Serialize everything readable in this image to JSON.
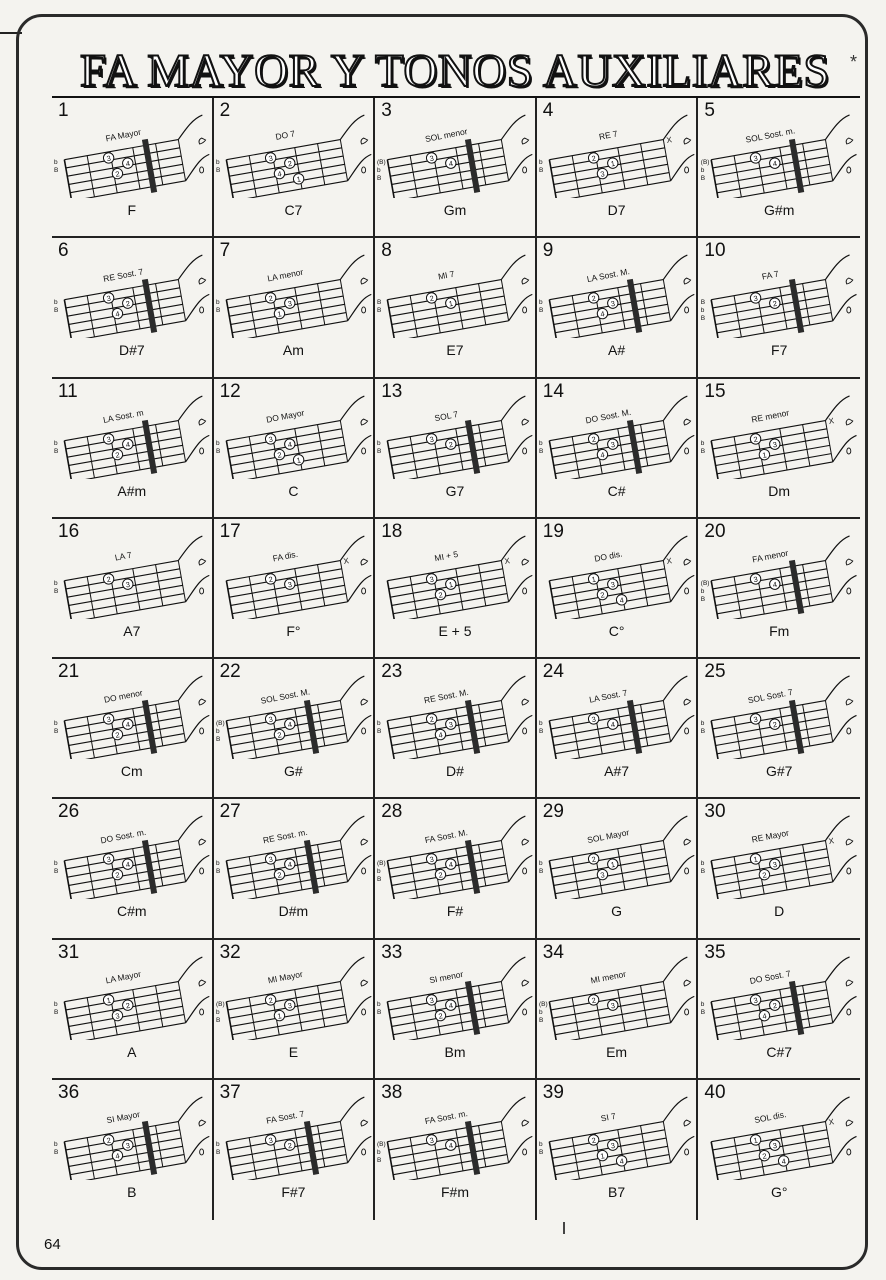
{
  "title": "FA MAYOR Y TONOS AUXILIARES",
  "title_mark": "*",
  "page_number": "64",
  "diagrams": [
    {
      "n": "1",
      "cap": "FA  Mayor",
      "chord": "F",
      "bass": [
        "b",
        "B"
      ],
      "fingers": [
        "3",
        "4",
        "2"
      ],
      "bar": true,
      "x": false
    },
    {
      "n": "2",
      "cap": "DO  7",
      "chord": "C7",
      "bass": [
        "b",
        "B"
      ],
      "fingers": [
        "3",
        "2",
        "4",
        "1"
      ],
      "bar": false,
      "x": false
    },
    {
      "n": "3",
      "cap": "SOL  menor",
      "chord": "Gm",
      "bass": [
        "(B)",
        "b",
        "B"
      ],
      "fingers": [
        "3",
        "4"
      ],
      "bar": true,
      "x": false
    },
    {
      "n": "4",
      "cap": "RE  7",
      "chord": "D7",
      "bass": [
        "b",
        "B"
      ],
      "fingers": [
        "2",
        "1",
        "3"
      ],
      "bar": false,
      "x": true
    },
    {
      "n": "5",
      "cap": "SOL  Sost.  m.",
      "chord": "G#m",
      "bass": [
        "(B)",
        "b",
        "B"
      ],
      "fingers": [
        "3",
        "4"
      ],
      "bar": true,
      "x": false
    },
    {
      "n": "6",
      "cap": "RE  Sost.  7",
      "chord": "D#7",
      "bass": [
        "b",
        "B"
      ],
      "fingers": [
        "3",
        "2",
        "4"
      ],
      "bar": true,
      "x": false
    },
    {
      "n": "7",
      "cap": "LA  menor",
      "chord": "Am",
      "bass": [
        "b",
        "B"
      ],
      "fingers": [
        "2",
        "3",
        "1"
      ],
      "bar": false,
      "x": false
    },
    {
      "n": "8",
      "cap": "MI  7",
      "chord": "E7",
      "bass": [
        "B",
        "B"
      ],
      "fingers": [
        "2",
        "1"
      ],
      "bar": false,
      "x": false
    },
    {
      "n": "9",
      "cap": "LA  Sost.  M.",
      "chord": "A#",
      "bass": [
        "b",
        "B"
      ],
      "fingers": [
        "2",
        "3",
        "4"
      ],
      "bar": true,
      "x": false
    },
    {
      "n": "10",
      "cap": "FA  7",
      "chord": "F7",
      "bass": [
        "B",
        "b",
        "B"
      ],
      "fingers": [
        "3",
        "2"
      ],
      "bar": true,
      "x": false
    },
    {
      "n": "11",
      "cap": "LA  Sost.  m",
      "chord": "A#m",
      "bass": [
        "b",
        "B"
      ],
      "fingers": [
        "3",
        "4",
        "2"
      ],
      "bar": true,
      "x": false
    },
    {
      "n": "12",
      "cap": "DO  Mayor",
      "chord": "C",
      "bass": [
        "b",
        "B"
      ],
      "fingers": [
        "3",
        "4",
        "2",
        "1"
      ],
      "bar": false,
      "x": false
    },
    {
      "n": "13",
      "cap": "SOL  7",
      "chord": "G7",
      "bass": [
        "b",
        "B"
      ],
      "fingers": [
        "3",
        "2"
      ],
      "bar": true,
      "x": false
    },
    {
      "n": "14",
      "cap": "DO  Sost.  M.",
      "chord": "C#",
      "bass": [
        "b",
        "B"
      ],
      "fingers": [
        "2",
        "3",
        "4"
      ],
      "bar": true,
      "x": false
    },
    {
      "n": "15",
      "cap": "RE  menor",
      "chord": "Dm",
      "bass": [
        "b",
        "B"
      ],
      "fingers": [
        "2",
        "3",
        "1"
      ],
      "bar": false,
      "x": true
    },
    {
      "n": "16",
      "cap": "LA  7",
      "chord": "A7",
      "bass": [
        "b",
        "B"
      ],
      "fingers": [
        "2",
        "3"
      ],
      "bar": false,
      "x": false
    },
    {
      "n": "17",
      "cap": "FA  dis.",
      "chord": "F°",
      "bass": [],
      "fingers": [
        "2",
        "3"
      ],
      "bar": false,
      "x": true
    },
    {
      "n": "18",
      "cap": "MI + 5",
      "chord": "E + 5",
      "bass": [],
      "fingers": [
        "3",
        "1",
        "2"
      ],
      "bar": false,
      "x": true
    },
    {
      "n": "19",
      "cap": "DO  dis.",
      "chord": "C°",
      "bass": [],
      "fingers": [
        "1",
        "3",
        "2",
        "4"
      ],
      "bar": false,
      "x": true
    },
    {
      "n": "20",
      "cap": "FA  menor",
      "chord": "Fm",
      "bass": [
        "(B)",
        "b",
        "B"
      ],
      "fingers": [
        "3",
        "4"
      ],
      "bar": true,
      "x": false
    },
    {
      "n": "21",
      "cap": "DO  menor",
      "chord": "Cm",
      "bass": [
        "b",
        "B"
      ],
      "fingers": [
        "3",
        "4",
        "2"
      ],
      "bar": true,
      "x": false
    },
    {
      "n": "22",
      "cap": "SOL  Sost.  M.",
      "chord": "G#",
      "bass": [
        "(B)",
        "b",
        "B"
      ],
      "fingers": [
        "3",
        "4",
        "2"
      ],
      "bar": true,
      "x": false
    },
    {
      "n": "23",
      "cap": "RE  Sost.  M.",
      "chord": "D#",
      "bass": [
        "b",
        "B"
      ],
      "fingers": [
        "2",
        "3",
        "4"
      ],
      "bar": true,
      "x": false
    },
    {
      "n": "24",
      "cap": "LA  Sost.  7",
      "chord": "A#7",
      "bass": [
        "b",
        "B"
      ],
      "fingers": [
        "3",
        "4"
      ],
      "bar": true,
      "x": false
    },
    {
      "n": "25",
      "cap": "SOL  Sost.  7",
      "chord": "G#7",
      "bass": [
        "b",
        "B"
      ],
      "fingers": [
        "3",
        "2"
      ],
      "bar": true,
      "x": false
    },
    {
      "n": "26",
      "cap": "DO  Sost.  m.",
      "chord": "C#m",
      "bass": [
        "b",
        "B"
      ],
      "fingers": [
        "3",
        "4",
        "2"
      ],
      "bar": true,
      "x": false
    },
    {
      "n": "27",
      "cap": "RE  Sost.  m.",
      "chord": "D#m",
      "bass": [
        "b",
        "B"
      ],
      "fingers": [
        "3",
        "4",
        "2"
      ],
      "bar": true,
      "x": false
    },
    {
      "n": "28",
      "cap": "FA  Sost.  M.",
      "chord": "F#",
      "bass": [
        "(B)",
        "b",
        "B"
      ],
      "fingers": [
        "3",
        "4",
        "2"
      ],
      "bar": true,
      "x": false
    },
    {
      "n": "29",
      "cap": "SOL  Mayor",
      "chord": "G",
      "bass": [
        "b",
        "B"
      ],
      "fingers": [
        "2",
        "1",
        "3"
      ],
      "bar": false,
      "x": false
    },
    {
      "n": "30",
      "cap": "RE  Mayor",
      "chord": "D",
      "bass": [
        "b",
        "B"
      ],
      "fingers": [
        "1",
        "3",
        "2"
      ],
      "bar": false,
      "x": true
    },
    {
      "n": "31",
      "cap": "LA  Mayor",
      "chord": "A",
      "bass": [
        "b",
        "B"
      ],
      "fingers": [
        "1",
        "2",
        "3"
      ],
      "bar": false,
      "x": false
    },
    {
      "n": "32",
      "cap": "MI  Mayor",
      "chord": "E",
      "bass": [
        "(B)",
        "b",
        "B"
      ],
      "fingers": [
        "2",
        "3",
        "1"
      ],
      "bar": false,
      "x": false
    },
    {
      "n": "33",
      "cap": "SI  menor",
      "chord": "Bm",
      "bass": [
        "b",
        "B"
      ],
      "fingers": [
        "3",
        "4",
        "2"
      ],
      "bar": true,
      "x": false
    },
    {
      "n": "34",
      "cap": "MI  menor",
      "chord": "Em",
      "bass": [
        "(B)",
        "b",
        "B"
      ],
      "fingers": [
        "2",
        "3"
      ],
      "bar": false,
      "x": false
    },
    {
      "n": "35",
      "cap": "DO  Sost.  7",
      "chord": "C#7",
      "bass": [
        "b",
        "B"
      ],
      "fingers": [
        "3",
        "2",
        "4"
      ],
      "bar": true,
      "x": false
    },
    {
      "n": "36",
      "cap": "SI  Mayor",
      "chord": "B",
      "bass": [
        "b",
        "B"
      ],
      "fingers": [
        "2",
        "3",
        "4"
      ],
      "bar": true,
      "x": false
    },
    {
      "n": "37",
      "cap": "FA  Sost.  7",
      "chord": "F#7",
      "bass": [
        "b",
        "B"
      ],
      "fingers": [
        "3",
        "2"
      ],
      "bar": true,
      "x": false
    },
    {
      "n": "38",
      "cap": "FA  Sost.  m.",
      "chord": "F#m",
      "bass": [
        "(B)",
        "b",
        "B"
      ],
      "fingers": [
        "3",
        "4"
      ],
      "bar": true,
      "x": false
    },
    {
      "n": "39",
      "cap": "SI  7",
      "chord": "B7",
      "bass": [
        "b",
        "B"
      ],
      "fingers": [
        "2",
        "3",
        "1",
        "4"
      ],
      "bar": false,
      "x": false
    },
    {
      "n": "40",
      "cap": "SOL  dis.",
      "chord": "G°",
      "bass": [],
      "fingers": [
        "1",
        "3",
        "2",
        "4"
      ],
      "bar": false,
      "x": true
    }
  ]
}
